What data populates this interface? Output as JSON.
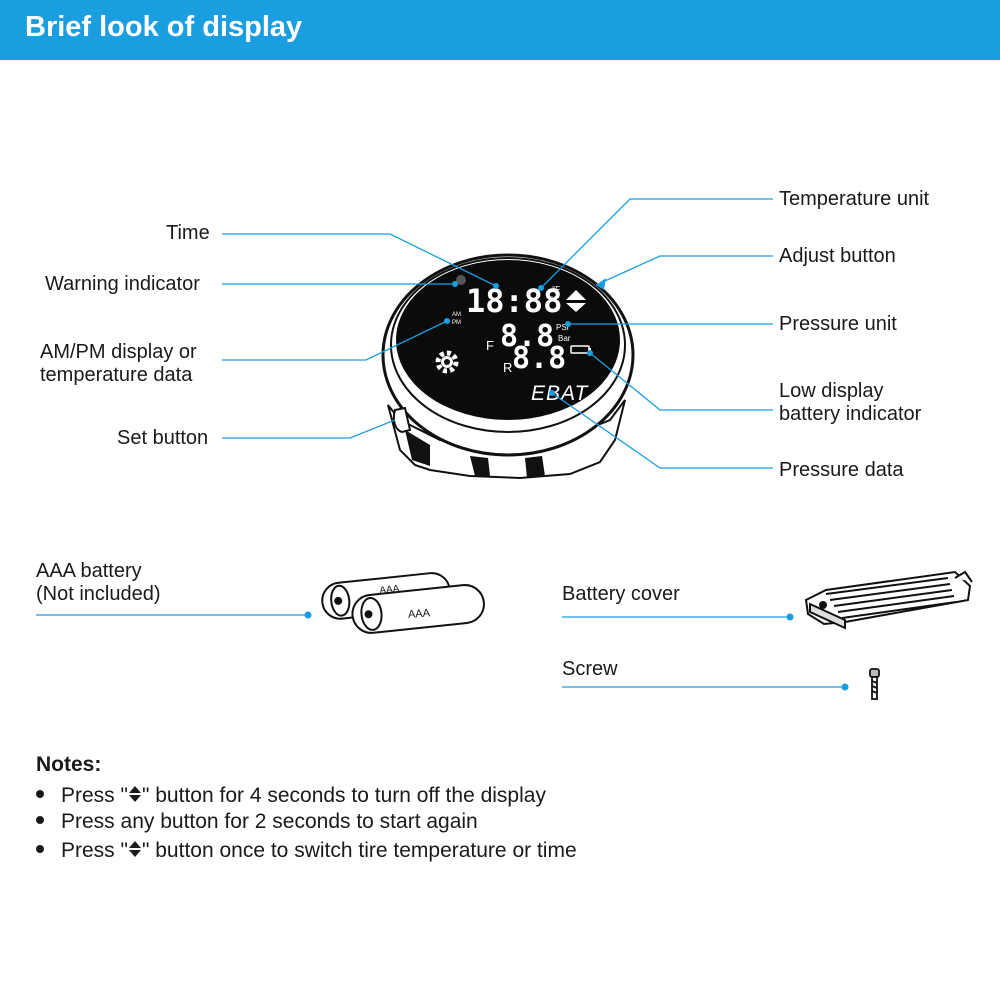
{
  "header": {
    "title": "Brief look of display"
  },
  "callouts_left": {
    "time": "Time",
    "warning": "Warning indicator",
    "ampm_line1": "AM/PM display or",
    "ampm_line2": "temperature data",
    "set": "Set button"
  },
  "callouts_right": {
    "temp_unit": "Temperature unit",
    "adjust": "Adjust button",
    "pressure_unit": "Pressure unit",
    "low_batt_line1": "Low display",
    "low_batt_line2": "battery indicator",
    "pressure_data": "Pressure data"
  },
  "display": {
    "brand": "EBAT",
    "time_digits": "18:88",
    "front_digits": "8.8",
    "rear_digits": "8.8",
    "front_letter": "F",
    "rear_letter": "R",
    "unit_psi": "PSI",
    "unit_bar": "Bar",
    "unit_f": "°F",
    "unit_c": "°C",
    "am": "AM",
    "pm": "PM"
  },
  "accessories": {
    "battery_line1": "AAA battery",
    "battery_line2": "(Not included)",
    "battery_print": "AAA",
    "cover": "Battery cover",
    "screw": "Screw"
  },
  "notes": {
    "title": "Notes:",
    "items": [
      {
        "pre": "Press \"",
        "post": "\" button for 4 seconds to turn off the display"
      },
      {
        "text": "Press any button for 2 seconds to start again"
      },
      {
        "pre": "Press \"",
        "post": "\" button once to switch tire temperature or time"
      }
    ]
  },
  "colors": {
    "header": "#1a9ee0",
    "leader": "#1a9ee0",
    "screen": "#0b0b0b",
    "segment": "#ffffff"
  }
}
